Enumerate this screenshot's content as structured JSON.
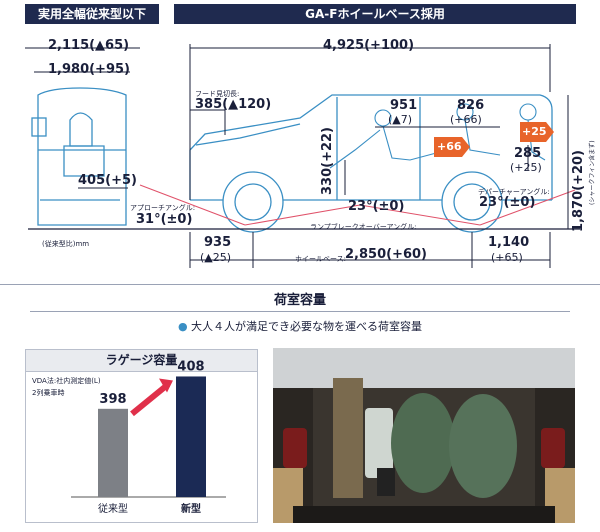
{
  "left_header": "実用全幅従来型以下",
  "right_header": "GA-Fホイールベース採用",
  "dims": {
    "width_2115": "2,115(▲65)",
    "width_1980": "1,980(+95)",
    "hood_label": "フード見切長:",
    "hood_value": "385(▲120)",
    "len_4925": "4,925(+100)",
    "seat_951": "951",
    "seat_951_diff": "(▲7)",
    "seat_826": "826",
    "seat_826_diff": "(+66)",
    "badge_66": "+66",
    "badge_25": "+25",
    "h_330": "330(+22)",
    "h_285": "285",
    "h_285_diff": "(+25)",
    "h_1870": "1,870(+20)",
    "h_1870_note": "(シャークフィン含まず)",
    "side_405": "405(+5)",
    "approach_label": "アプローチアングル:",
    "approach_value": "31°(±0)",
    "ramp_value": "23°(±0)",
    "ramp_label": "ランプブレークオーバーアングル:",
    "departure_label": "デパーチャーアングル:",
    "departure_value": "23°(±0)",
    "ratio_note": "(従来型比)mm",
    "front_oh": "935",
    "front_oh_diff": "(▲25)",
    "wheelbase_label": "ホイールベース:",
    "wheelbase_value": "2,850(+60)",
    "rear_oh": "1,140",
    "rear_oh_diff": "(+65)"
  },
  "cargo": {
    "title": "荷室容量",
    "subtitle": "大人４人が満足でき必要な物を運べる荷室容量",
    "card_title": "ラゲージ容量",
    "note_line1": "VDA法:社内測定値(L)",
    "note_line2": "2列乗車時"
  },
  "chart_data": {
    "type": "bar",
    "categories": [
      "従来型",
      "新型"
    ],
    "values": [
      398,
      408
    ],
    "ylabel": "",
    "colors": [
      "#7d8086",
      "#1b2a55"
    ],
    "value_labels": [
      "398",
      "408"
    ]
  }
}
